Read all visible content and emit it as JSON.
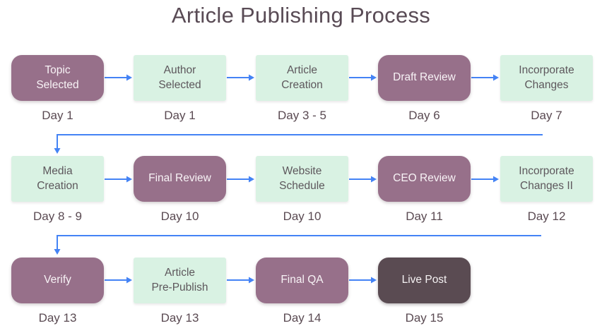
{
  "title": "Article Publishing Process",
  "palette": {
    "accent_box": "#97708A",
    "light_box": "#D9F2E3",
    "dark_box": "#5A4B52",
    "arrow": "#4483F5",
    "title_text": "#594B55",
    "day_text": "#5A4A52"
  },
  "rows": [
    {
      "cells": [
        {
          "label": "Topic\nSelected",
          "day": "Day 1"
        },
        {
          "label": "Author\nSelected",
          "day": "Day 1"
        },
        {
          "label": "Article\nCreation",
          "day": "Day 3 - 5"
        },
        {
          "label": "Draft Review",
          "day": "Day 6"
        },
        {
          "label": "Incorporate\nChanges",
          "day": "Day 7"
        }
      ]
    },
    {
      "cells": [
        {
          "label": "Media\nCreation",
          "day": "Day 8 - 9"
        },
        {
          "label": "Final Review",
          "day": "Day 10"
        },
        {
          "label": "Website\nSchedule",
          "day": "Day 10"
        },
        {
          "label": "CEO Review",
          "day": "Day 11"
        },
        {
          "label": "Incorporate\nChanges II",
          "day": "Day 12"
        }
      ]
    },
    {
      "cells": [
        {
          "label": "Verify",
          "day": "Day 13"
        },
        {
          "label": "Article\nPre-Publish",
          "day": "Day 13"
        },
        {
          "label": "Final QA",
          "day": "Day 14"
        },
        {
          "label": "Live Post",
          "day": "Day 15"
        }
      ]
    }
  ]
}
